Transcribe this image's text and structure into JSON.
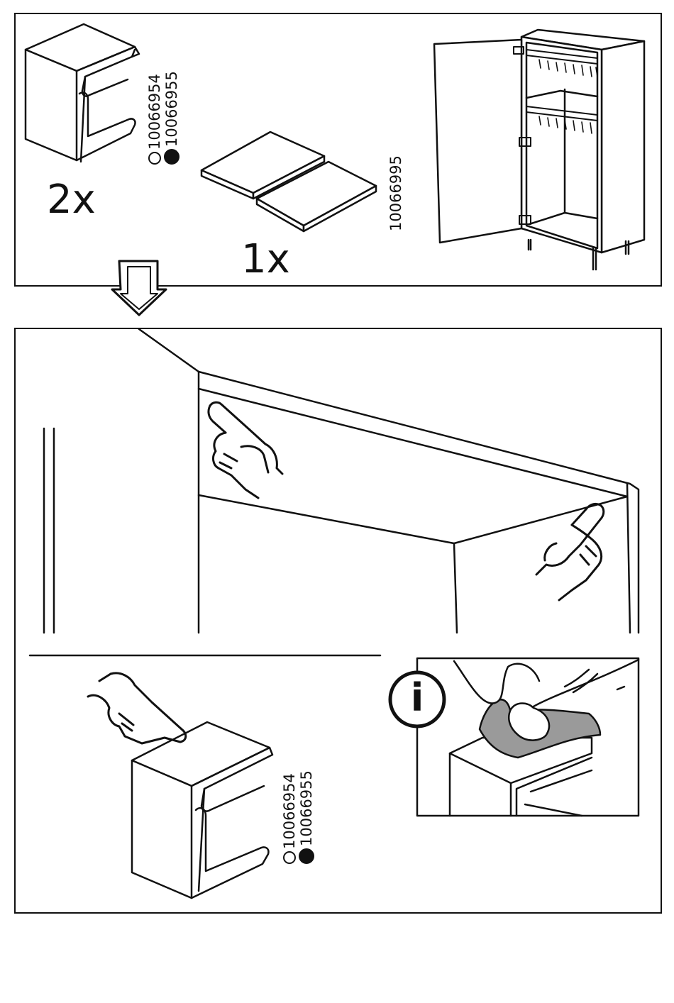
{
  "parts": {
    "bracket": {
      "quantity": "2x",
      "codes": [
        "10066954",
        "10066955"
      ]
    },
    "shelf_panels": {
      "quantity": "1x",
      "code": "10066995"
    }
  },
  "step": {
    "codes": [
      "10066954",
      "10066955"
    ],
    "info_icon": "i"
  },
  "colors": {
    "line": "#111111",
    "cloth": "#9a9a9a",
    "background": "#ffffff"
  }
}
